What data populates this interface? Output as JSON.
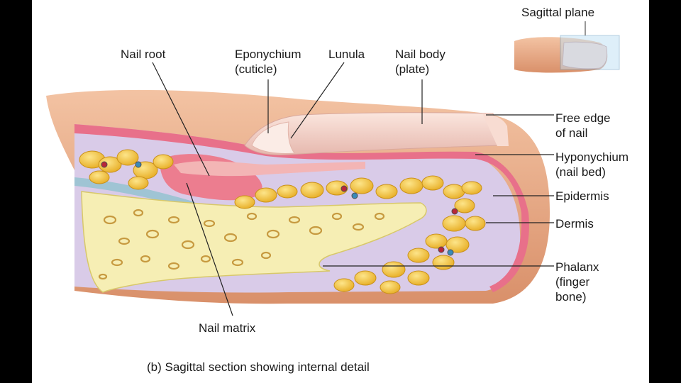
{
  "labels": {
    "nail_root": "Nail root",
    "eponychium_1": "Eponychium",
    "eponychium_2": "(cuticle)",
    "lunula": "Lunula",
    "nail_body_1": "Nail body",
    "nail_body_2": "(plate)",
    "free_edge_1": "Free edge",
    "free_edge_2": "of nail",
    "hyponychium_1": "Hyponychium",
    "hyponychium_2": "(nail bed)",
    "epidermis": "Epidermis",
    "dermis": "Dermis",
    "phalanx_1": "Phalanx",
    "phalanx_2": "(finger",
    "phalanx_3": "bone)",
    "nail_matrix": "Nail matrix",
    "sagittal_plane": "Sagittal plane"
  },
  "caption": "(b) Sagittal section showing internal detail",
  "colors": {
    "skin": "#e8a882",
    "dermis": "#d8c8e8",
    "epidermis": "#e8708a",
    "nail": "#f0d0c8",
    "bone": "#f5ecb0",
    "fat": "#f2c440",
    "background": "#000000"
  }
}
